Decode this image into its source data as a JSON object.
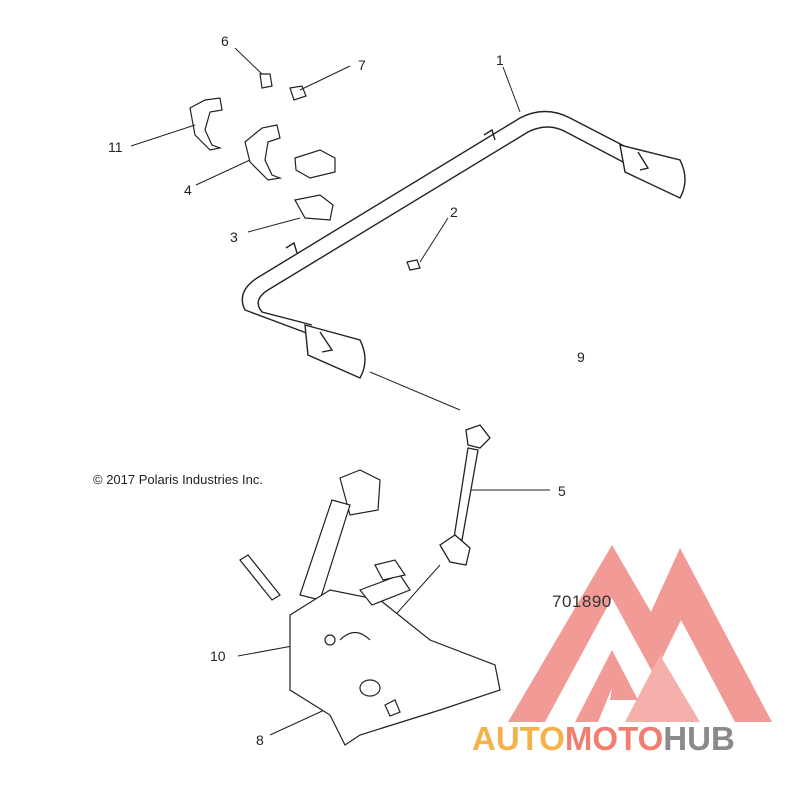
{
  "callouts": {
    "c1": "1",
    "c2": "2",
    "c3": "3",
    "c4": "4",
    "c5": "5",
    "c6": "6",
    "c7": "7",
    "c8": "8",
    "c9": "9",
    "c10": "10",
    "c11": "11"
  },
  "copyright": "© 2017 Polaris Industries Inc.",
  "drawing_number": "701890",
  "watermark": {
    "part1": "AUTO",
    "part2": "MOTO",
    "part3": "HUB",
    "colors": {
      "auto": "#f5b24a",
      "moto": "#f27e72",
      "hub": "#8a8a8a",
      "triangle": "#f08a84"
    }
  }
}
